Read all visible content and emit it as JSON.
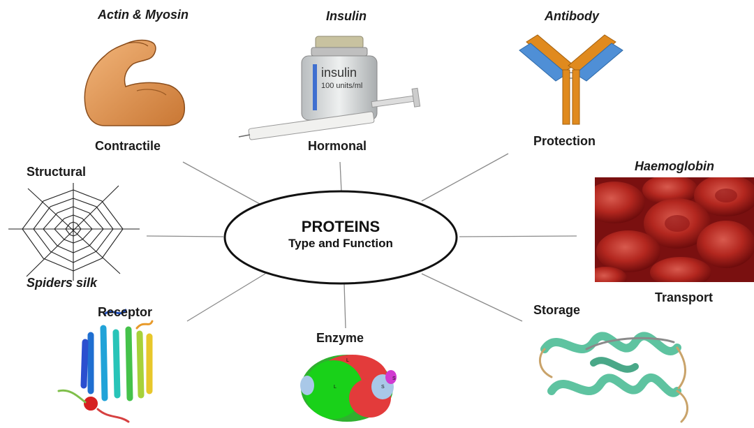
{
  "center": {
    "title": "PROTEINS",
    "subtitle": "Type and Function"
  },
  "nodes": [
    {
      "id": "contractile",
      "function": "Contractile",
      "example": "Actin & Myosin",
      "icon": "flexed-arm-icon"
    },
    {
      "id": "hormonal",
      "function": "Hormonal",
      "example": "Insulin",
      "icon": "insulin-vial-icon"
    },
    {
      "id": "protection",
      "function": "Protection",
      "example": "Antibody",
      "icon": "antibody-icon"
    },
    {
      "id": "transport",
      "function": "Transport",
      "example": "Haemoglobin",
      "icon": "red-blood-cells-icon"
    },
    {
      "id": "storage",
      "function": "Storage",
      "icon": "protein-ribbon-icon"
    },
    {
      "id": "enzyme",
      "function": "Enzyme",
      "icon": "enzyme-complex-icon"
    },
    {
      "id": "receptor",
      "function": "Receptor",
      "icon": "receptor-helices-icon"
    },
    {
      "id": "structural",
      "function": "Structural",
      "example": "Spiders silk",
      "icon": "spider-web-icon"
    }
  ],
  "vial": {
    "label": "insulin",
    "units": "100 units/ml"
  },
  "colors": {
    "blood": "#9e1b1b",
    "antibody_orange": "#e08a1e",
    "antibody_blue": "#4f8fd6",
    "helix_green": "#5ec3a0"
  }
}
